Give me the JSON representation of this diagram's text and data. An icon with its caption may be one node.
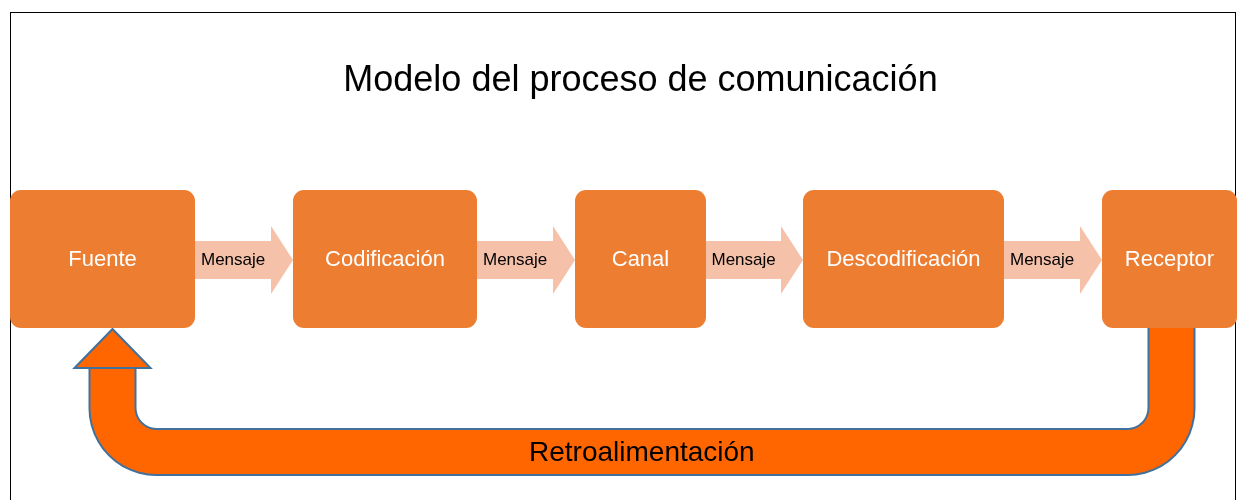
{
  "diagram": {
    "title": "Modelo del proceso de comunicación",
    "nodes": [
      {
        "text": [
          "Fuente"
        ]
      },
      {
        "text": [
          "Codificación"
        ]
      },
      {
        "text": [
          "Canal"
        ]
      },
      {
        "text": [
          "Descodificación"
        ]
      },
      {
        "text": [
          "Receptor"
        ]
      }
    ],
    "edges": [
      {
        "from": 0,
        "to": 1,
        "arrow": "to",
        "label": "Mensaje"
      },
      {
        "from": 1,
        "to": 2,
        "arrow": "to",
        "label": "Mensaje"
      },
      {
        "from": 2,
        "to": 3,
        "arrow": "to",
        "label": "Mensaje"
      },
      {
        "from": 3,
        "to": 4,
        "arrow": "to",
        "label": "Mensaje"
      },
      {
        "from": 4,
        "to": 0,
        "arrow": "to",
        "label": "Retroalimentación",
        "color": "#ff6600"
      }
    ]
  }
}
